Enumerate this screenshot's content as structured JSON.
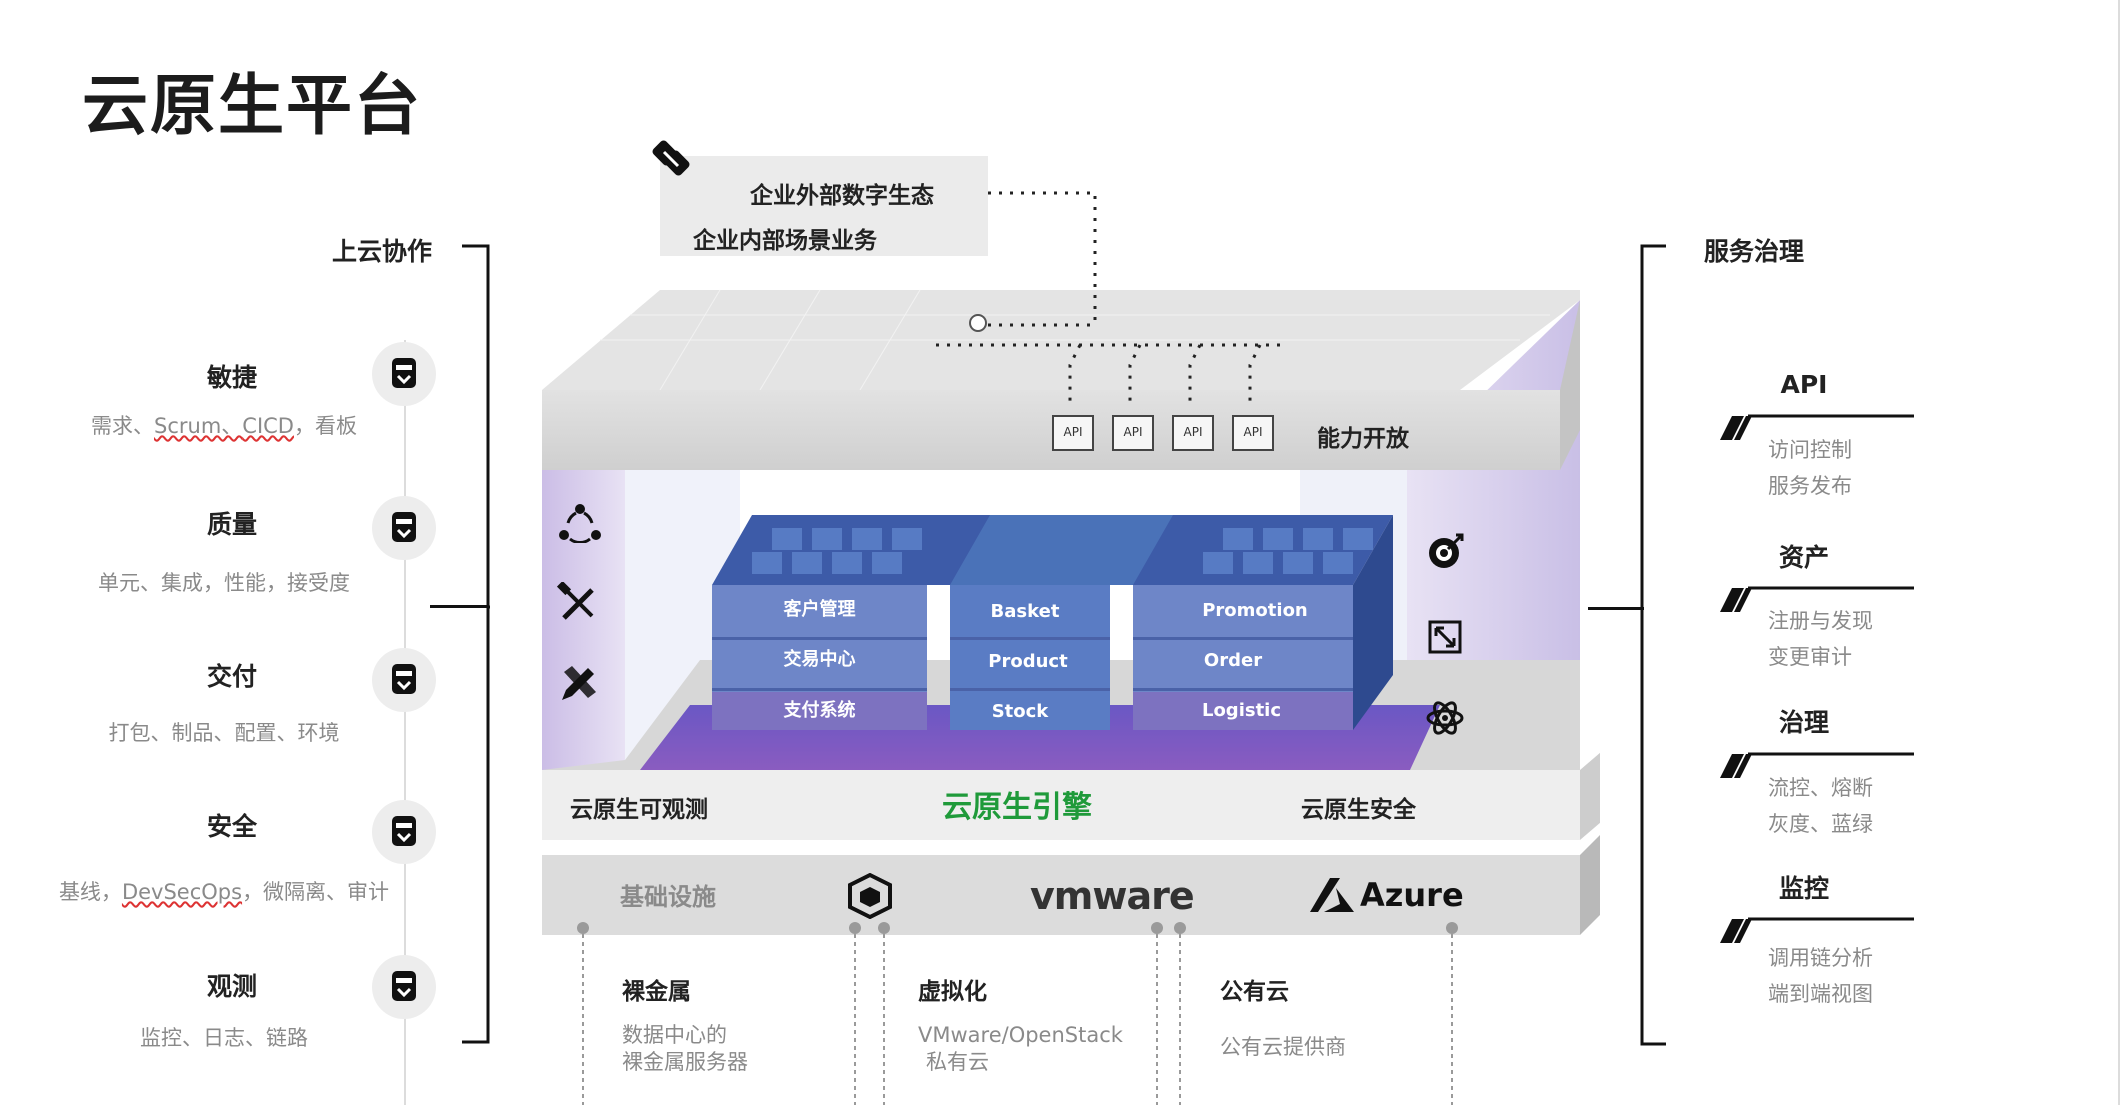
{
  "title": "云原生平台",
  "left": {
    "heading": "上云协作",
    "items": [
      {
        "title": "敏捷",
        "desc_parts": [
          "需求、",
          "Scrum、",
          "CICD",
          "，看板"
        ]
      },
      {
        "title": "质量",
        "desc": "单元、集成，性能，接受度"
      },
      {
        "title": "交付",
        "desc": "打包、制品、配置、环境"
      },
      {
        "title": "安全",
        "desc_parts": [
          "基线，",
          "DevSecOps",
          "，微隔离、审计"
        ]
      },
      {
        "title": "观测",
        "desc": "监控、日志、链路"
      }
    ]
  },
  "right": {
    "heading": "服务治理",
    "items": [
      {
        "title": "API",
        "line1": "访问控制",
        "line2": "服务发布"
      },
      {
        "title": "资产",
        "line1": "注册与发现",
        "line2": "变更审计"
      },
      {
        "title": "治理",
        "line1": "流控、熔断",
        "line2": "灰度、蓝绿"
      },
      {
        "title": "监控",
        "line1": "调用链分析",
        "line2": "端到端视图"
      }
    ]
  },
  "ecosystem": {
    "line1": "企业外部数字生态",
    "line2": "企业内部场景业务"
  },
  "capability": {
    "label": "能力开放",
    "api_label": "API"
  },
  "grid": {
    "left": [
      "客户管理",
      "交易中心",
      "支付系统"
    ],
    "middle": [
      "Basket",
      "Product",
      "Stock"
    ],
    "right": [
      "Promotion",
      "Order",
      "Logistic"
    ]
  },
  "engine_layer": {
    "observe": "云原生可观测",
    "engine": "云原生引擎",
    "security": "云原生安全"
  },
  "infra": {
    "label": "基础设施",
    "vmware": "vmware",
    "azure": "Azure"
  },
  "bottom": [
    {
      "title": "裸金属",
      "line1": "数据中心的",
      "line2": "裸金属服务器"
    },
    {
      "title": "虚拟化",
      "line1": "VMware/OpenStack",
      "line2": "私有云"
    },
    {
      "title": "公有云",
      "line1": "公有云提供商",
      "line2": ""
    }
  ],
  "colors": {
    "engine_green": "#1f9a3a",
    "block_blue": "#5a6fb4",
    "purple": "#a08ad0"
  }
}
